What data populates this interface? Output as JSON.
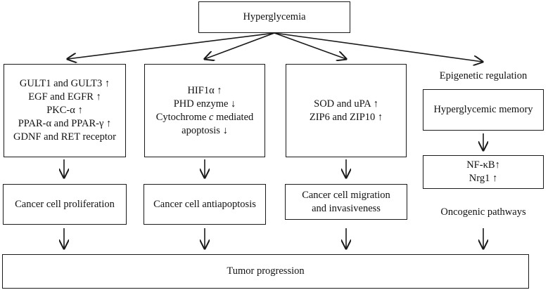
{
  "diagram": {
    "root": "Hyperglycemia",
    "col1": {
      "factors": [
        "GULT1 and GULT3 ↑",
        "EGF and EGFR ↑",
        "PKC-α ↑",
        "PPAR-α and PPAR-γ ↑",
        "GDNF and RET receptor"
      ],
      "outcome": "Cancer cell proliferation"
    },
    "col2": {
      "factors": [
        "HIF1α ↑",
        "PHD enzyme ↓",
        "Cytochrome c mediated",
        "apoptosis ↓"
      ],
      "outcome": "Cancer cell antiapoptosis"
    },
    "col3": {
      "factors": [
        "SOD and uPA ↑",
        "ZIP6 and ZIP10 ↑"
      ],
      "outcome_lines": [
        "Cancer cell migration",
        "and invasiveness"
      ]
    },
    "col4": {
      "header": "Epigenetic regulation",
      "memory": "Hyperglycemic memory",
      "factors": [
        "NF-κB↑",
        "Nrg1 ↑"
      ],
      "footer": "Oncogenic pathways"
    },
    "final": "Tumor progression"
  }
}
